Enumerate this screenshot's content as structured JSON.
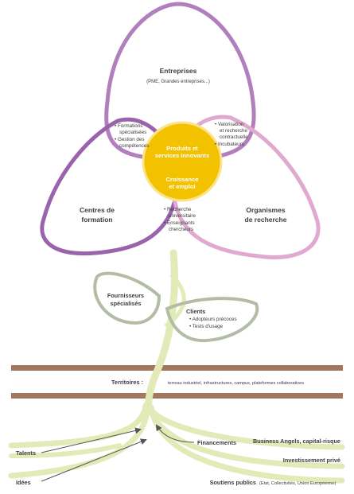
{
  "petals": {
    "entreprises": {
      "title": "Entreprises",
      "subtitle": "(PME, Grandes entreprises...)"
    },
    "centres": {
      "title_1": "Centres de",
      "title_2": "formation"
    },
    "organismes": {
      "title_1": "Organismes",
      "title_2": "de recherche"
    }
  },
  "overlaps": {
    "formations": [
      "• Formations",
      "spécialisées",
      "• Gestion des",
      "compétences"
    ],
    "valorisation": [
      "• Valorisation",
      "et recherche",
      "contractuelle",
      "• Incubateurs"
    ],
    "recherche": [
      "• Recherche",
      "universitaire",
      "• Enseignants",
      "chercheurs"
    ]
  },
  "center": {
    "line1": "Produits et",
    "line2": "services innovants",
    "line3": "Croissance",
    "line4": "et emploi"
  },
  "leaves": {
    "fournisseurs": [
      "Fournisseurs",
      "spécialisés"
    ],
    "clients": {
      "title": "Clients",
      "items": [
        "• Adopteurs précoces",
        "• Tests d'usage"
      ]
    }
  },
  "ground": {
    "label": "Territoires :",
    "description": "terreau industriel, infrastructures, campus, plateformes collaboratives"
  },
  "roots": {
    "talents": "Talents",
    "idees": "Idées",
    "financements": "Financements",
    "business_angels": "Business Angels, capital-risque",
    "investissement": "Investissement privé",
    "soutiens": "Soutiens publics",
    "soutiens_detail": "(Etat, Collectivités, Union Européenne)"
  },
  "colors": {
    "entreprises": "#b17fbd",
    "centres": "#9a64ad",
    "organismes": "#e0a9cf",
    "center": "#f2c200",
    "stem": "#e2eab7",
    "leaf": "#b3bda5",
    "soil": "#a2775f"
  }
}
